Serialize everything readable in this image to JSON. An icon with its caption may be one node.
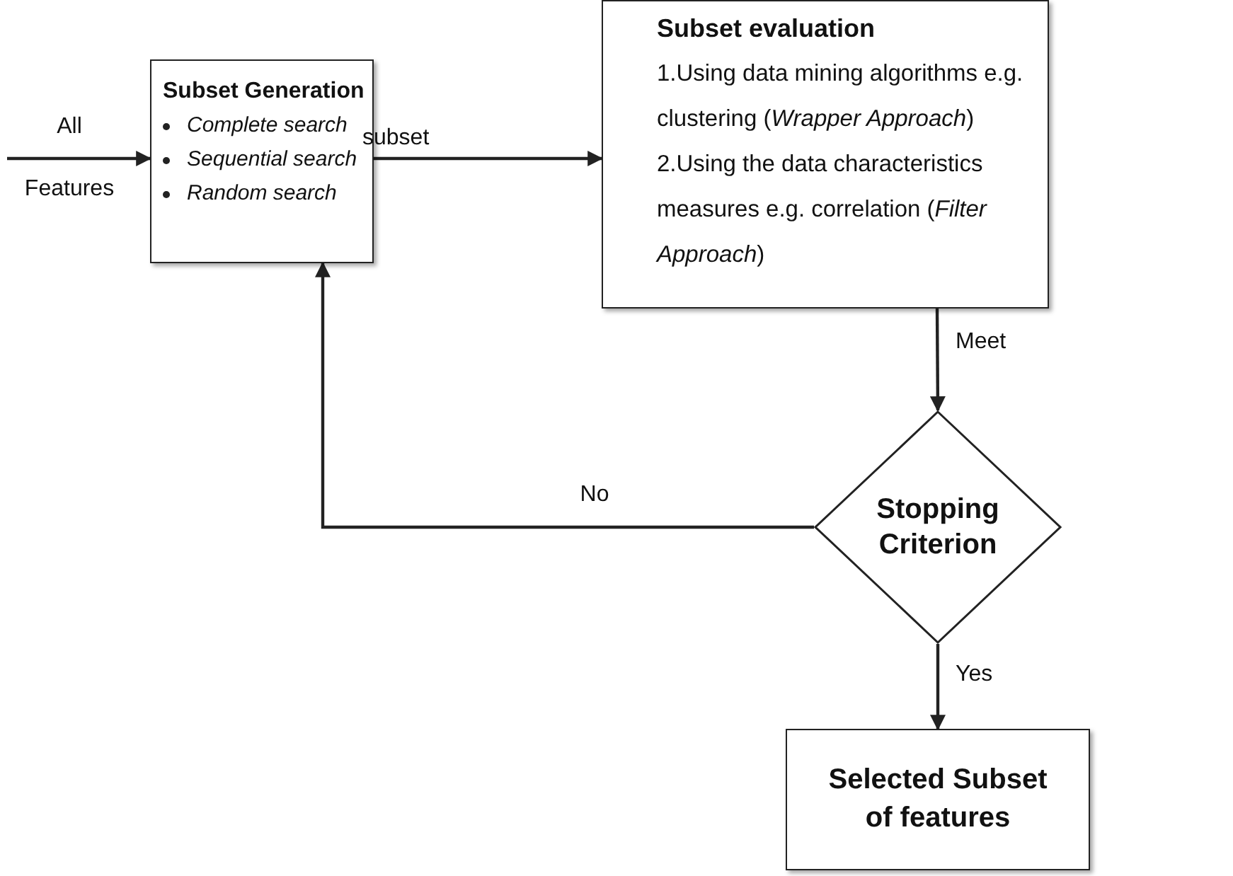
{
  "diagram": {
    "nodes": [
      {
        "text": [
          "Subset Generation",
          "Complete search",
          "Sequential search",
          "Random search"
        ]
      },
      {
        "text": [
          "Subset evaluation",
          "1.Using data mining algorithms e.g. clustering (*Wrapper Approach*)",
          "2.Using the data characteristics measures e.g. correlation (*Filter Approach*)"
        ]
      },
      {
        "text": [
          "Stopping Criterion"
        ]
      },
      {
        "text": [
          "Selected Subset of features"
        ]
      }
    ],
    "edges": [
      {
        "from": null,
        "to": 0,
        "arrow": "to",
        "label": "All Features"
      },
      {
        "from": 0,
        "to": 1,
        "arrow": "to",
        "label": "subset"
      },
      {
        "from": 1,
        "to": 2,
        "arrow": "to",
        "label": "Meet"
      },
      {
        "from": 2,
        "to": 0,
        "arrow": "to",
        "label": "No"
      },
      {
        "from": 2,
        "to": 3,
        "arrow": "to",
        "label": "Yes"
      }
    ]
  }
}
